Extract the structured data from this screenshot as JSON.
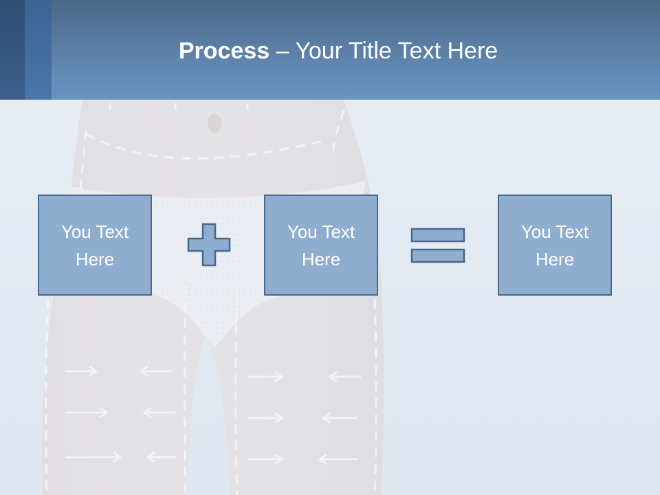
{
  "slide": {
    "title_bold": "Process",
    "title_rest": " – Your Title Text Here",
    "boxes": [
      {
        "line1": "You Text",
        "line2": "Here"
      },
      {
        "line1": "You Text",
        "line2": "Here"
      },
      {
        "line1": "You Text",
        "line2": "Here"
      }
    ],
    "operators": [
      "plus-icon",
      "equals-icon"
    ]
  },
  "colors": {
    "header": "#5d82aa",
    "box_fill": "#8fadce",
    "box_border": "#47688f",
    "text": "#ffffff"
  }
}
